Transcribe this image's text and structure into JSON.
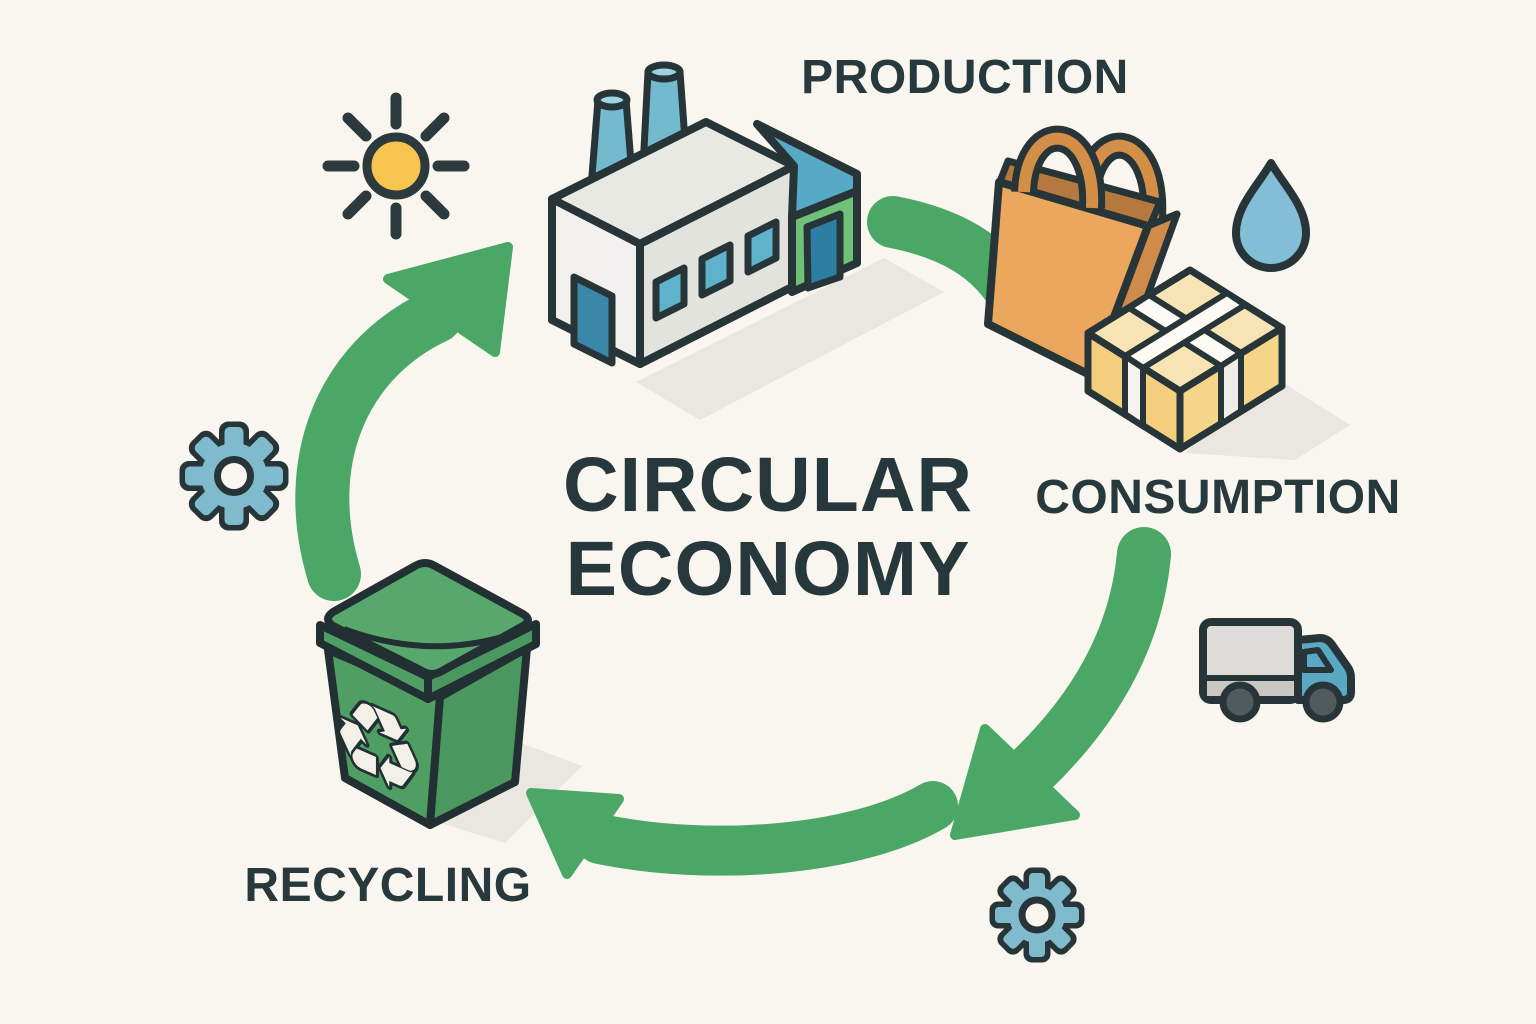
{
  "title": {
    "line1": "CIRCULAR",
    "line2": "ECONOMY"
  },
  "labels": {
    "production": "PRODUCTION",
    "consumption": "CONSUMPTION",
    "recycling": "RECYCLING"
  },
  "icons": {
    "sun": "sun-icon",
    "factory": "factory-icon",
    "shopping_bag": "shopping-bag-icon",
    "package_box": "package-icon",
    "water_drop": "water-drop-icon",
    "truck": "delivery-truck-icon",
    "gear_left": "gear-icon",
    "gear_right": "gear-icon",
    "recycle_bin": "recycle-bin-icon",
    "recycle_symbol": "♻"
  },
  "colors": {
    "background": "#f8f6ef",
    "outline": "#273539",
    "text": "#26383b",
    "arrow_green": "#4ba765",
    "bin_green": "#4f9e64",
    "factory_green": "#6fc178",
    "teal_roof": "#57aac5",
    "chimney_blue": "#74bace",
    "window_blue": "#5fb2cb",
    "door_blue": "#3a87a9",
    "gear_blue": "#7fbacd",
    "drop_blue": "#82bfd6",
    "truck_cab_blue": "#5aa8c3",
    "truck_box_gray": "#dddcd8",
    "sun_yellow": "#f6c54e",
    "bag_orange": "#eaa75d",
    "package_cream": "#f7e4b4",
    "shadow_gray": "#e9e7e0"
  }
}
